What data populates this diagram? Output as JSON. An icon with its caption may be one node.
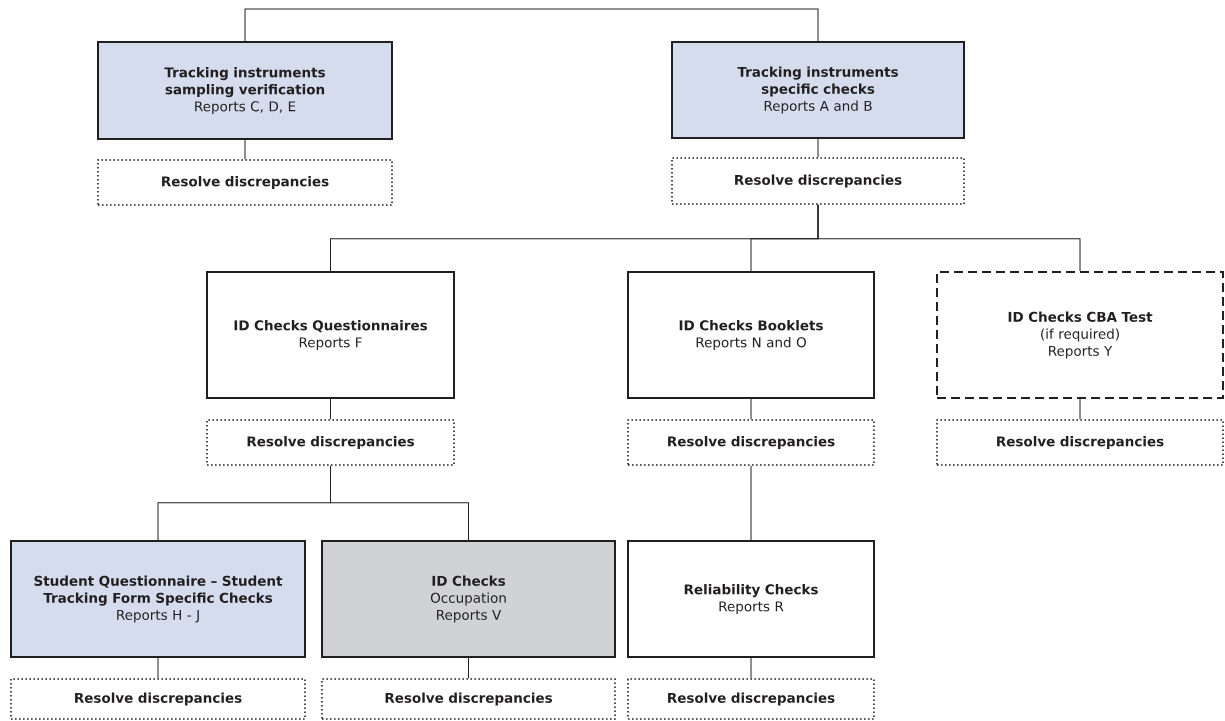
{
  "diagram": {
    "nodes": [
      {
        "text": [
          "Tracking instruments sampling verification",
          "Reports C, D, E"
        ]
      },
      {
        "text": [
          "Resolve discrepancies"
        ]
      },
      {
        "text": [
          "Tracking instruments specific checks",
          "Reports A and B"
        ]
      },
      {
        "text": [
          "Resolve discrepancies"
        ]
      },
      {
        "text": [
          "ID Checks Questionnaires",
          "Reports F"
        ]
      },
      {
        "text": [
          "Resolve discrepancies"
        ]
      },
      {
        "text": [
          "ID Checks Booklets",
          "Reports N and O"
        ]
      },
      {
        "text": [
          "Resolve discrepancies"
        ]
      },
      {
        "text": [
          "ID Checks CBA Test",
          "(if required)",
          "Reports Y"
        ]
      },
      {
        "text": [
          "Resolve discrepancies"
        ]
      },
      {
        "text": [
          "Student Questionnaire – Student Tracking Form Specific Checks",
          "Reports H - J"
        ]
      },
      {
        "text": [
          "Resolve discrepancies"
        ]
      },
      {
        "text": [
          "ID Checks",
          "Occupation",
          "Reports V"
        ]
      },
      {
        "text": [
          "Resolve discrepancies"
        ]
      },
      {
        "text": [
          "Reliability Checks",
          "Reports R"
        ]
      },
      {
        "text": [
          "Resolve discrepancies"
        ]
      }
    ],
    "edges": [
      {
        "from": 0,
        "to": 2,
        "arrow": "none"
      },
      {
        "from": 0,
        "to": 1,
        "arrow": "none"
      },
      {
        "from": 2,
        "to": 3,
        "arrow": "none"
      },
      {
        "from": 3,
        "to": 4,
        "arrow": "none"
      },
      {
        "from": 3,
        "to": 6,
        "arrow": "none"
      },
      {
        "from": 3,
        "to": 8,
        "arrow": "none"
      },
      {
        "from": 4,
        "to": 5,
        "arrow": "none"
      },
      {
        "from": 6,
        "to": 7,
        "arrow": "none"
      },
      {
        "from": 8,
        "to": 9,
        "arrow": "none"
      },
      {
        "from": 5,
        "to": 10,
        "arrow": "none"
      },
      {
        "from": 5,
        "to": 12,
        "arrow": "none"
      },
      {
        "from": 10,
        "to": 11,
        "arrow": "none"
      },
      {
        "from": 12,
        "to": 13,
        "arrow": "none"
      },
      {
        "from": 7,
        "to": 14,
        "arrow": "none"
      },
      {
        "from": 14,
        "to": 15,
        "arrow": "none"
      }
    ]
  }
}
